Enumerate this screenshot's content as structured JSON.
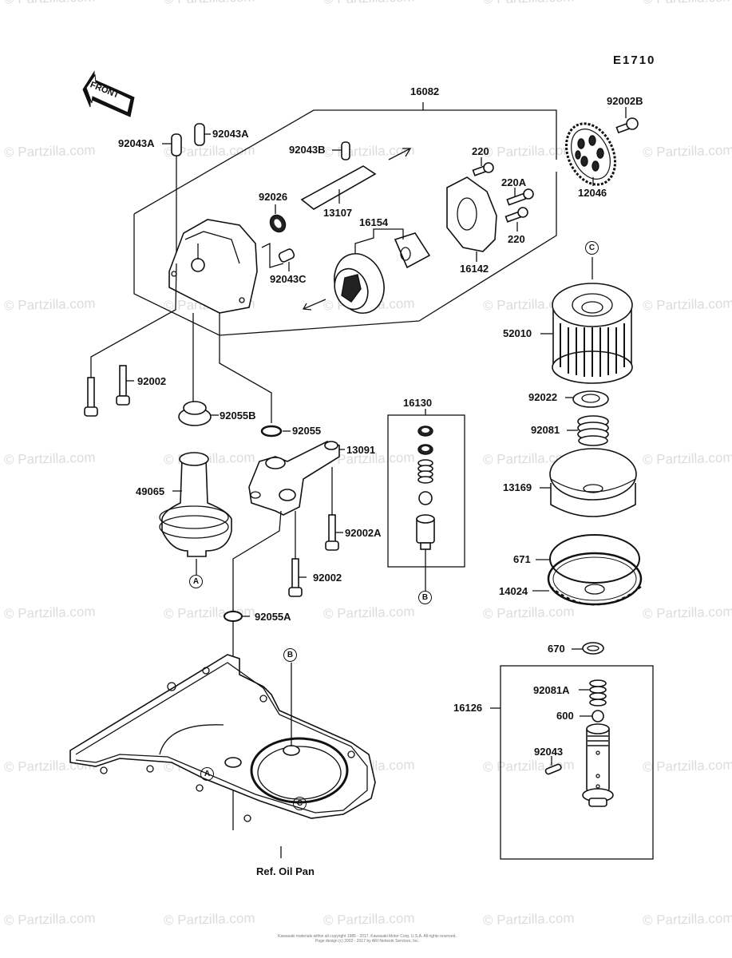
{
  "diagram": {
    "code": "E1710",
    "front_arrow_label": "FRONT",
    "reference_label": "Ref. Oil Pan",
    "copyright_lines": [
      "Kawasaki materials within all copyright 1985 - 2017, Kawasaki Motor Corp, U.S.A. All rights reserved.",
      "Page design (c) 2002 - 2017 by ARI Network Services, Inc."
    ],
    "watermark_text": "© Partzilla.com",
    "callout_letters": [
      "A",
      "B",
      "C"
    ],
    "parts": [
      {
        "id": "p16082",
        "number": "16082",
        "description": "oil pump assembly group"
      },
      {
        "id": "p92002B",
        "number": "92002B",
        "description": "bolt"
      },
      {
        "id": "p92043A_1",
        "number": "92043A",
        "description": "pin"
      },
      {
        "id": "p92043A_2",
        "number": "92043A",
        "description": "pin"
      },
      {
        "id": "p92043B",
        "number": "92043B",
        "description": "pin"
      },
      {
        "id": "p220",
        "number": "220",
        "description": "screw"
      },
      {
        "id": "p220A",
        "number": "220A",
        "description": "screw"
      },
      {
        "id": "p220_2",
        "number": "220",
        "description": "screw"
      },
      {
        "id": "p12046",
        "number": "12046",
        "description": "sprocket"
      },
      {
        "id": "p92026",
        "number": "92026",
        "description": "oil seal"
      },
      {
        "id": "p13107",
        "number": "13107",
        "description": "shaft"
      },
      {
        "id": "p16154",
        "number": "16154",
        "description": "rotor"
      },
      {
        "id": "p16142",
        "number": "16142",
        "description": "cover"
      },
      {
        "id": "p92043C",
        "number": "92043C",
        "description": "pin"
      },
      {
        "id": "p52010",
        "number": "52010",
        "description": "oil filter"
      },
      {
        "id": "p92002",
        "number": "92002",
        "description": "bolt"
      },
      {
        "id": "p92055B",
        "number": "92055B",
        "description": "o-ring"
      },
      {
        "id": "p92055",
        "number": "92055",
        "description": "o-ring"
      },
      {
        "id": "p16130",
        "number": "16130",
        "description": "relief valve"
      },
      {
        "id": "p92022",
        "number": "92022",
        "description": "washer"
      },
      {
        "id": "p92081",
        "number": "92081",
        "description": "spring"
      },
      {
        "id": "p13091",
        "number": "13091",
        "description": "pipe holder"
      },
      {
        "id": "p13169",
        "number": "13169",
        "description": "plate"
      },
      {
        "id": "p49065",
        "number": "49065",
        "description": "oil screen"
      },
      {
        "id": "p92002A",
        "number": "92002A",
        "description": "bolt"
      },
      {
        "id": "p671",
        "number": "671",
        "description": "o-ring"
      },
      {
        "id": "p92002_2",
        "number": "92002",
        "description": "bolt"
      },
      {
        "id": "p14024",
        "number": "14024",
        "description": "cover"
      },
      {
        "id": "p92055A",
        "number": "92055A",
        "description": "o-ring"
      },
      {
        "id": "p670",
        "number": "670",
        "description": "o-ring"
      },
      {
        "id": "p92081A",
        "number": "92081A",
        "description": "spring"
      },
      {
        "id": "p16126",
        "number": "16126",
        "description": "bypass valve"
      },
      {
        "id": "p600",
        "number": "600",
        "description": "ball"
      },
      {
        "id": "p92043",
        "number": "92043",
        "description": "pin"
      }
    ]
  }
}
